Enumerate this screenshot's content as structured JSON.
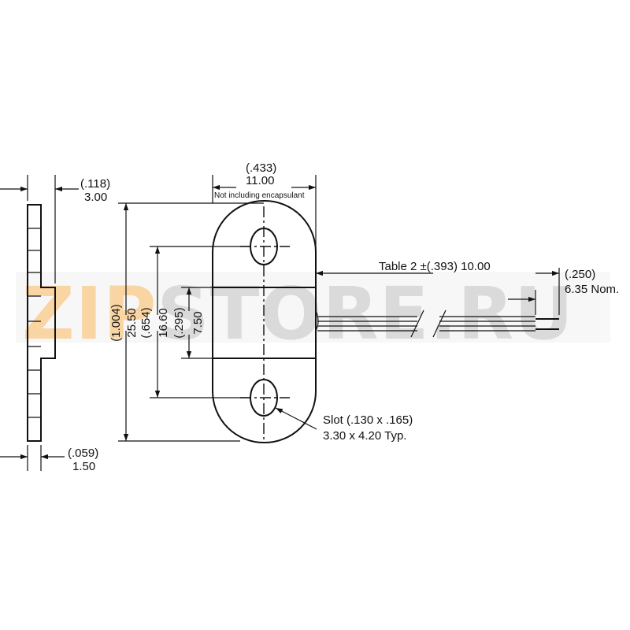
{
  "watermark": {
    "prefix": "ZIP",
    "suffix": "STORE.RU",
    "prefix_color": "#f5b45a",
    "suffix_color": "#c8c8c8"
  },
  "dimensions": {
    "side_thickness": {
      "inch": "(.118)",
      "mm": "3.00"
    },
    "side_tab": {
      "inch": "(.059)",
      "mm": "1.50"
    },
    "width": {
      "inch": "(.433)",
      "mm": "11.00",
      "note": "Not including encapsulant"
    },
    "overall_length": {
      "inch": "(1.004)",
      "mm": "25.50"
    },
    "hole_spacing": {
      "inch": "(.654)",
      "mm": "16.60"
    },
    "body_height": {
      "inch": "(.295)",
      "mm": "7.50"
    },
    "lead_length": {
      "text": "Table 2 ±(.393) 10.00"
    },
    "strip": {
      "inch": "(.250)",
      "mm": "6.35 Nom."
    },
    "slot": {
      "line1": "Slot (.130 x .165)",
      "line2": "3.30 x 4.20 Typ."
    }
  },
  "colors": {
    "line": "#111111",
    "background": "#ffffff"
  }
}
